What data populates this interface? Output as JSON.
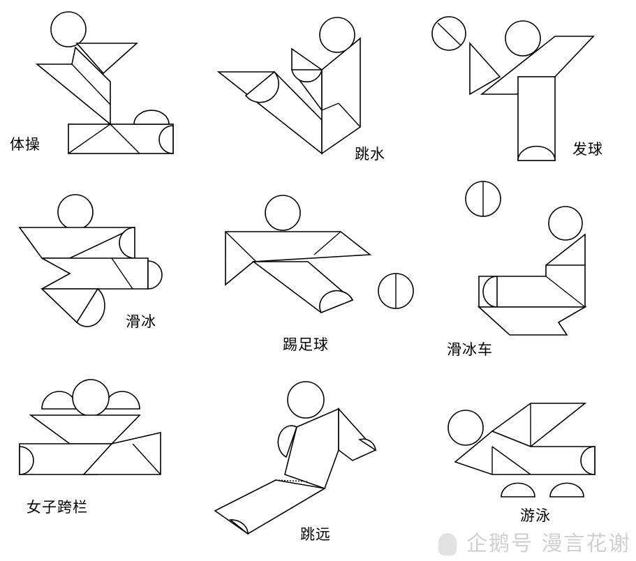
{
  "figures": [
    {
      "label": "体操"
    },
    {
      "label": "跳水"
    },
    {
      "label": "发球"
    },
    {
      "label": "滑冰"
    },
    {
      "label": "踢足球"
    },
    {
      "label": "滑冰车"
    },
    {
      "label": "女子跨栏"
    },
    {
      "label": "跳远"
    },
    {
      "label": "游泳"
    }
  ],
  "watermark": {
    "text": "企鹅号 漫言花谢"
  }
}
